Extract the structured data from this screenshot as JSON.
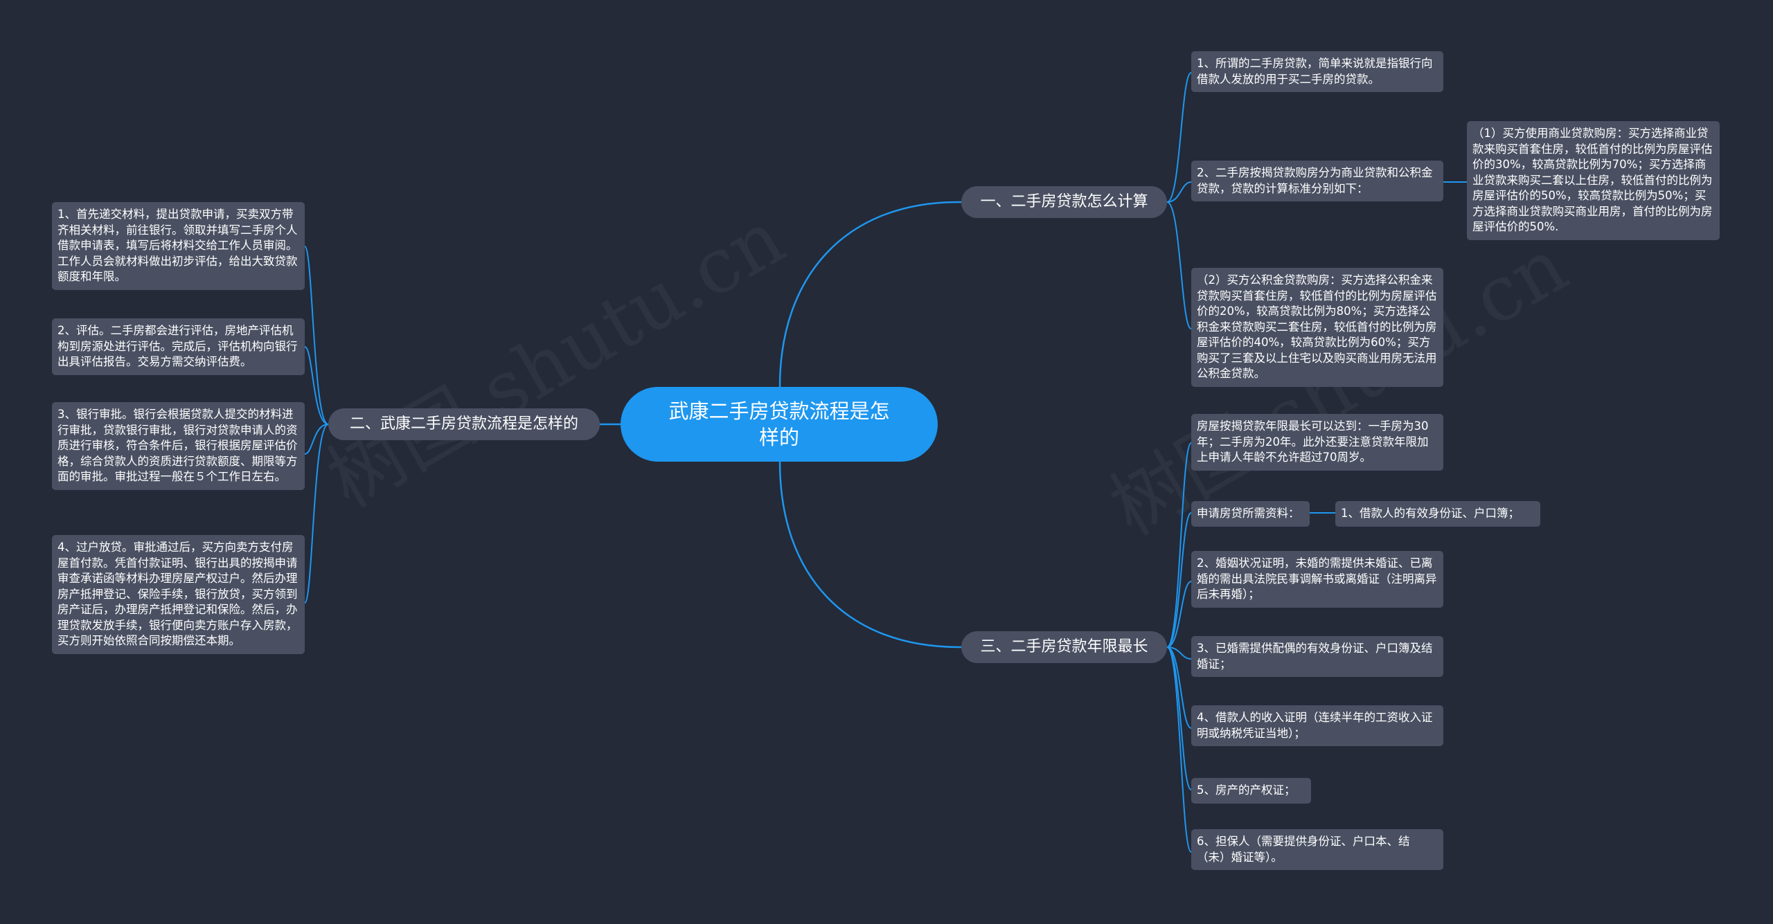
{
  "root": {
    "title": "武康二手房贷款流程是怎样的"
  },
  "branch_calc": {
    "title": "一、二手房贷款怎么计算",
    "items": [
      "1、所谓的二手房贷款，简单来说就是指银行向借款人发放的用于买二手房的贷款。",
      "2、二手房按揭贷款购房分为商业贷款和公积金贷款，贷款的计算标准分别如下：",
      "（2）买方公积金贷款购房：买方选择公积金来贷款购买首套住房，较低首付的比例为房屋评估价的20%，较高贷款比例为80%；买方选择公积金来贷款购买二套住房，较低首付的比例为房屋评估价的40%，较高贷款比例为60%；买方购买了三套及以上住宅以及购买商业用房无法用公积金贷款。"
    ],
    "sub_item": "（1）买方使用商业贷款购房：买方选择商业贷款来购买首套住房，较低首付的比例为房屋评估价的30%，较高贷款比例为70%；买方选择商业贷款来购买二套以上住房，较低首付的比例为房屋评估价的50%，较高贷款比例为50%；买方选择商业贷款购买商业用房，首付的比例为房屋评估价的50%."
  },
  "branch_flow": {
    "title": "二、武康二手房贷款流程是怎样的",
    "items": [
      "1、首先递交材料，提出贷款申请，买卖双方带齐相关材料，前往银行。领取并填写二手房个人借款申请表，填写后将材料交给工作人员审阅。工作人员会就材料做出初步评估，给出大致贷款额度和年限。",
      "2、评估。二手房都会进行评估，房地产评估机构到房源处进行评估。完成后，评估机构向银行出具评估报告。交易方需交纳评估费。",
      "3、银行审批。银行会根据贷款人提交的材料进行审批，贷款银行审批，银行对贷款申请人的资质进行审核，符合条件后，银行根据房屋评估价格，综合贷款人的资质进行贷款额度、期限等方面的审批。审批过程一般在５个工作日左右。",
      "4、过户放贷。审批通过后，买方向卖方支付房屋首付款。凭首付款证明、银行出具的按揭申请审查承诺函等材料办理房屋产权过户。然后办理房产抵押登记、保险手续，银行放贷，买方领到房产证后，办理房产抵押登记和保险。然后，办理贷款发放手续，银行便向卖方账户存入房款，买方则开始依照合同按期偿还本期。"
    ]
  },
  "branch_term": {
    "title": "三、二手房贷款年限最长",
    "items": [
      "房屋按揭贷款年限最长可以达到：一手房为30年；二手房为20年。此外还要注意贷款年限加上申请人年龄不允许超过70周岁。",
      "申请房贷所需资料：",
      "2、婚姻状况证明，未婚的需提供未婚证、已离婚的需出具法院民事调解书或离婚证（注明离异后未再婚）；",
      "3、已婚需提供配偶的有效身份证、户口簿及结婚证；",
      "4、借款人的收入证明（连续半年的工资收入证明或纳税凭证当地）；",
      "5、房产的产权证；",
      "6、担保人（需要提供身份证、户口本、结（未）婚证等）。"
    ],
    "sub_item": "1、借款人的有效身份证、户口簿；"
  },
  "watermark": "树图 shutu.cn",
  "colors": {
    "background": "#242a38",
    "root": "#1e97f0",
    "node": "#4a5062",
    "link": "#1e97f0",
    "text": "#ffffff"
  }
}
